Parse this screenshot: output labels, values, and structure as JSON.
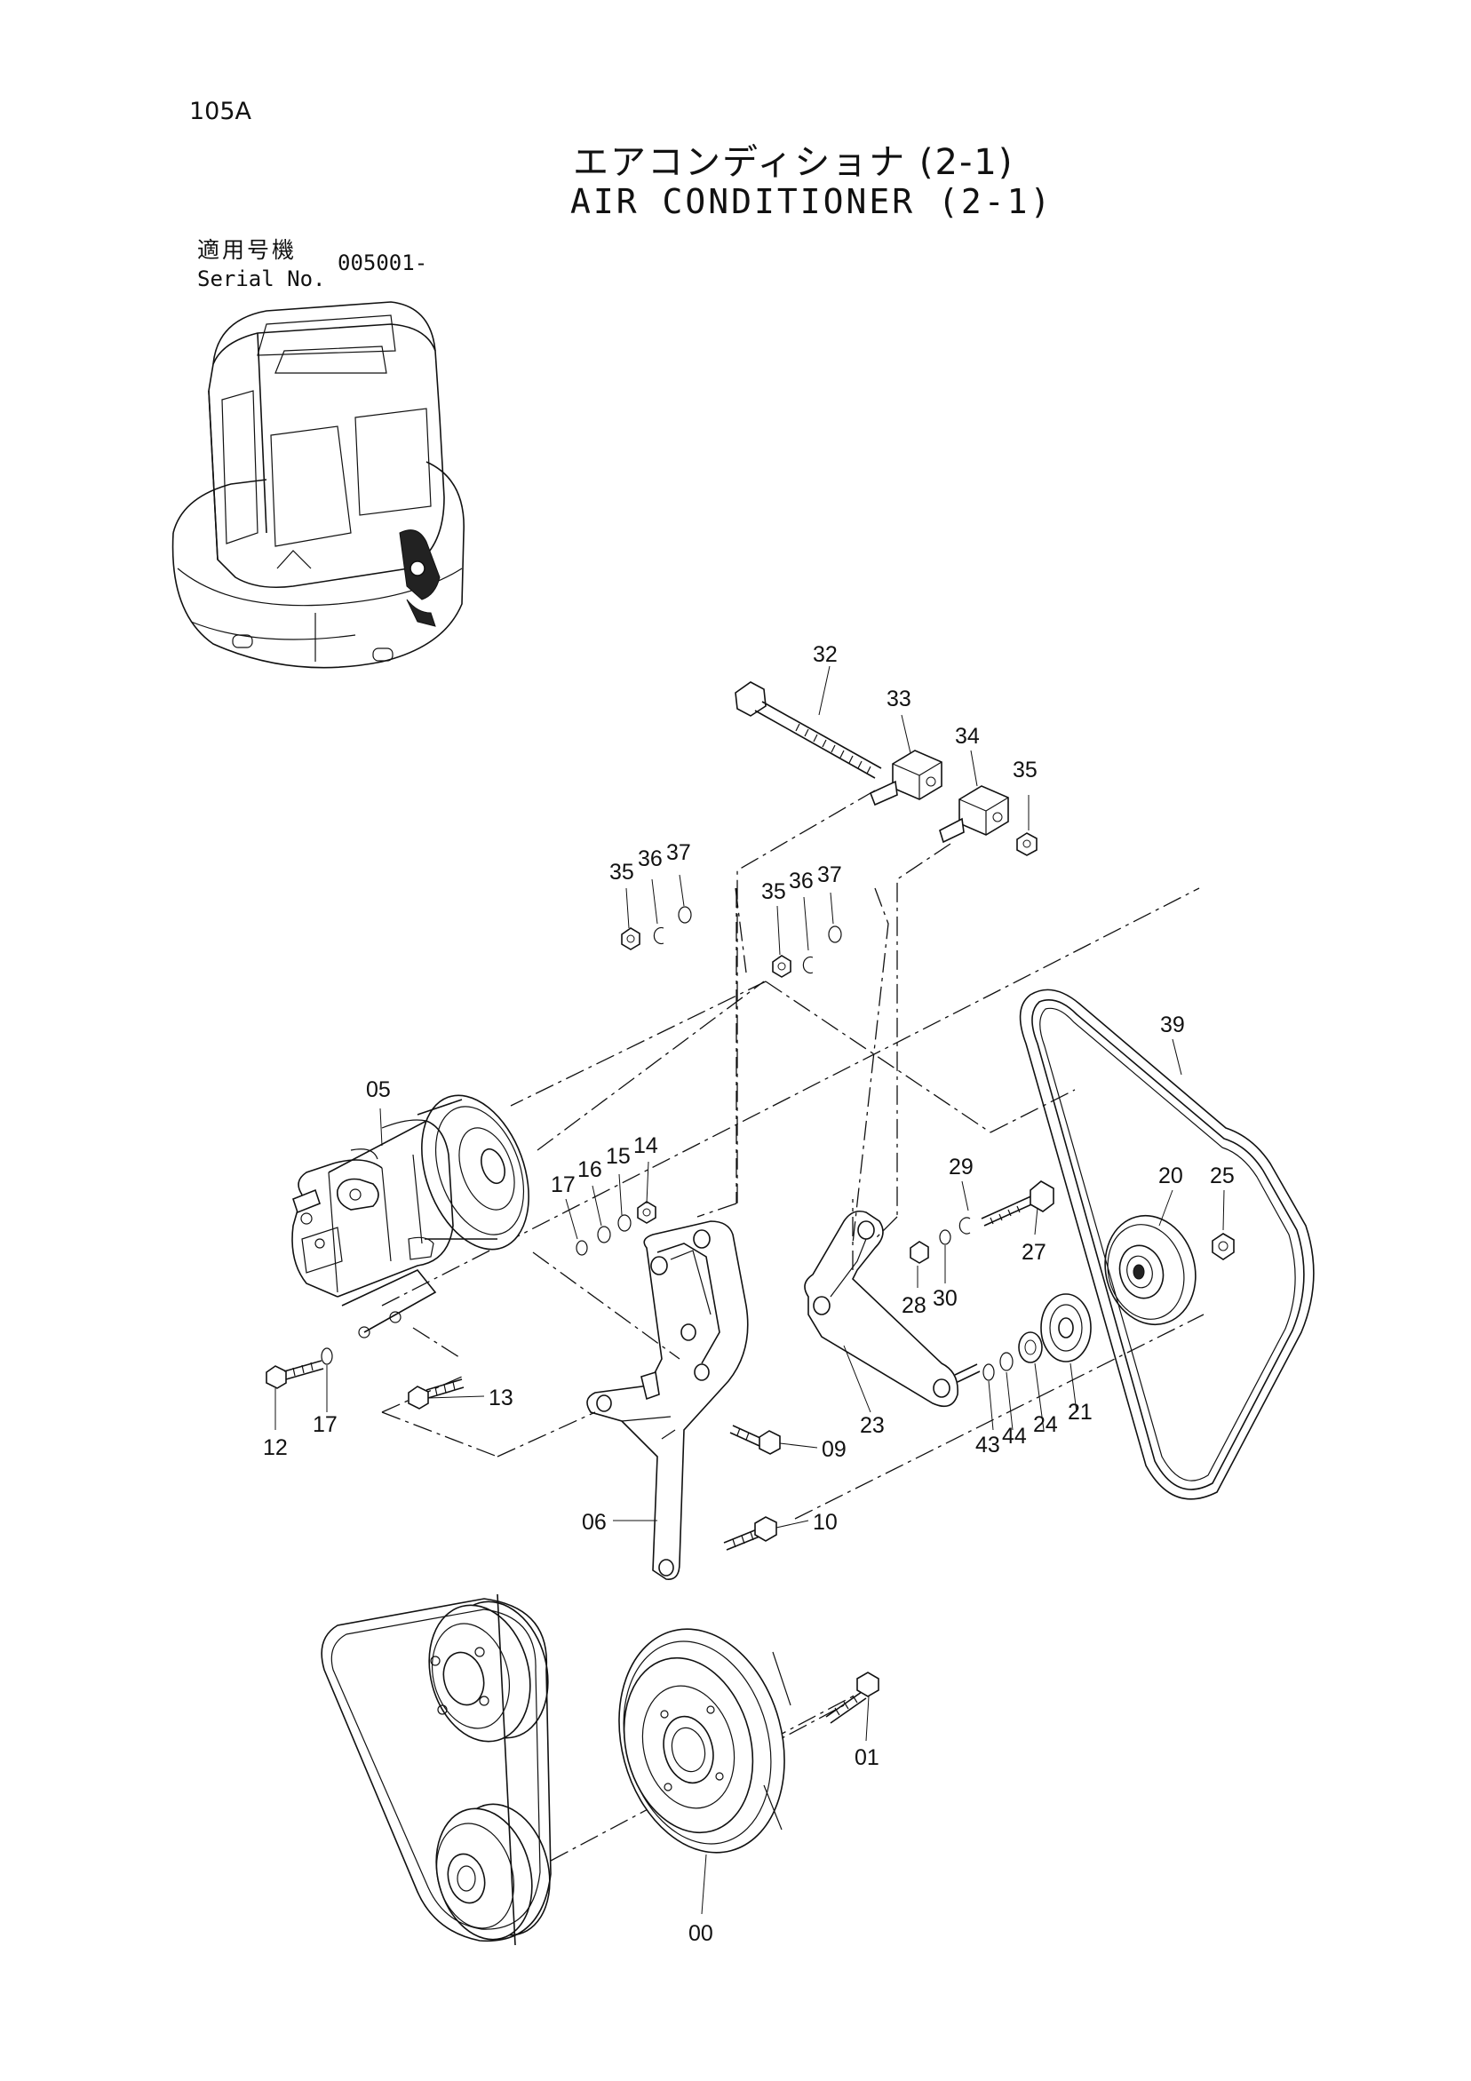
{
  "page": {
    "number": "105A",
    "title_jp": "エアコンディショナ (2-1)",
    "title_en": "AIR CONDITIONER (2-1)",
    "serial_label_jp": "適用号機",
    "serial_label_en": "Serial No.",
    "serial_value": "005001-"
  },
  "callouts": {
    "p32": "32",
    "p33": "33",
    "p34": "34",
    "p35a": "35",
    "p35b": "35",
    "p36b": "36",
    "p37b": "37",
    "p35c": "35",
    "p36c": "36",
    "p37c": "37",
    "p39": "39",
    "p05": "05",
    "p17a": "17",
    "p16": "16",
    "p15": "15",
    "p14": "14",
    "p29": "29",
    "p20": "20",
    "p25": "25",
    "p27": "27",
    "p28": "28",
    "p30": "30",
    "p12": "12",
    "p17b": "17",
    "p13": "13",
    "p09": "09",
    "p23": "23",
    "p43": "43",
    "p44": "44",
    "p24": "24",
    "p21": "21",
    "p06": "06",
    "p10": "10",
    "p01": "01",
    "p00": "00"
  }
}
